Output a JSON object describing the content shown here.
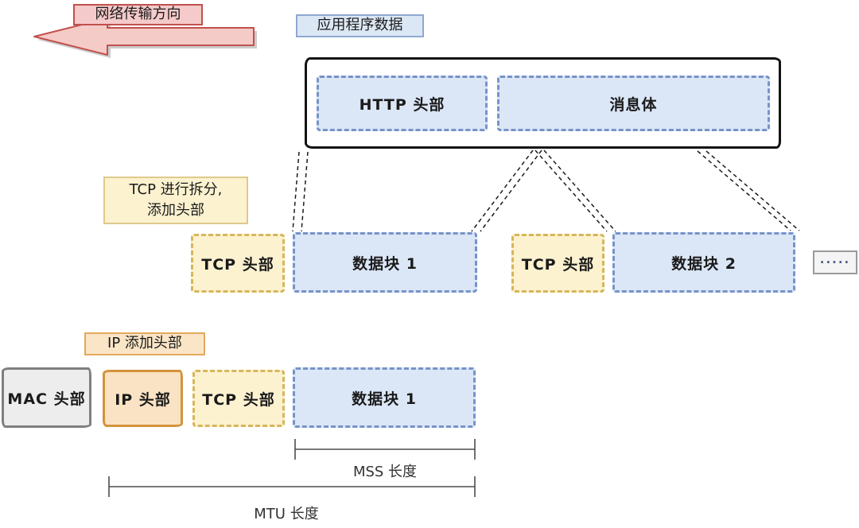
{
  "direction": {
    "label": "网络传输方向"
  },
  "app_data": {
    "label": "应用程序数据",
    "http_header": "HTTP 头部",
    "message_body": "消息体"
  },
  "tcp_row": {
    "note_line1": "TCP 进行拆分,",
    "note_line2": "添加头部",
    "tcp_header_1": "TCP 头部",
    "data_block_1": "数据块 1",
    "tcp_header_2": "TCP 头部",
    "data_block_2": "数据块 2",
    "more": "·····"
  },
  "ip_row": {
    "note": "IP 添加头部",
    "mac_header": "MAC 头部",
    "ip_header": "IP 头部",
    "tcp_header": "TCP 头部",
    "data_block_1": "数据块 1"
  },
  "measures": {
    "mss_label": "MSS 长度",
    "mtu_label": "MTU 长度"
  },
  "colors": {
    "block_blue_fill": "#dbe7f7",
    "block_blue_border": "#7793c8",
    "block_yellow_fill": "#fdf2d0",
    "block_yellow_border": "#d6b65a",
    "block_orange_fill": "#fae3c4",
    "block_orange_border": "#d2943c",
    "block_gray_fill": "#ededed",
    "block_gray_border": "#7f7f7f",
    "arrow_fill": "#f5cbc7",
    "arrow_border": "#c0504d",
    "note_blue_fill": "#dce7f5",
    "note_yellow_fill": "#fcf2d0",
    "note_orange_fill": "#fbe5c7",
    "outline_black": "#141414"
  }
}
